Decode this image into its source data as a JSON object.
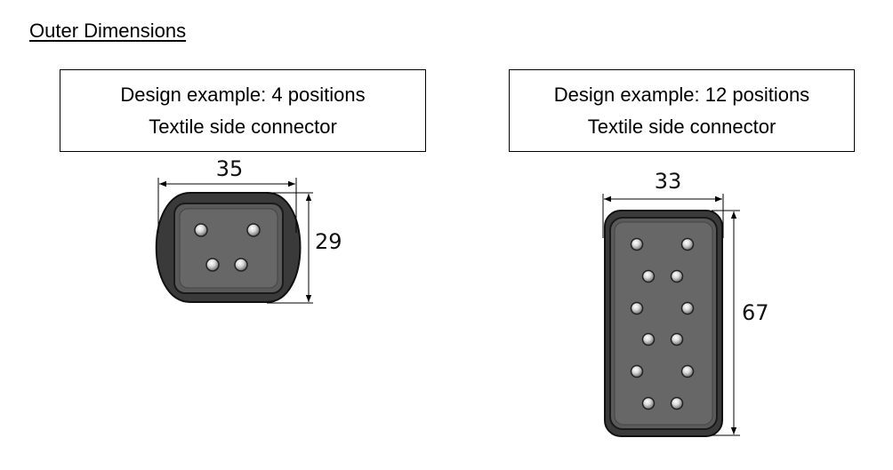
{
  "section_title": "Outer Dimensions",
  "examples": [
    {
      "caption_line1": "Design example: 4 positions",
      "caption_line2": "Textile side connector",
      "width_label": "35",
      "height_label": "29"
    },
    {
      "caption_line1": "Design example: 12 positions",
      "caption_line2": "Textile side connector",
      "width_label": "33",
      "height_label": "67"
    }
  ]
}
